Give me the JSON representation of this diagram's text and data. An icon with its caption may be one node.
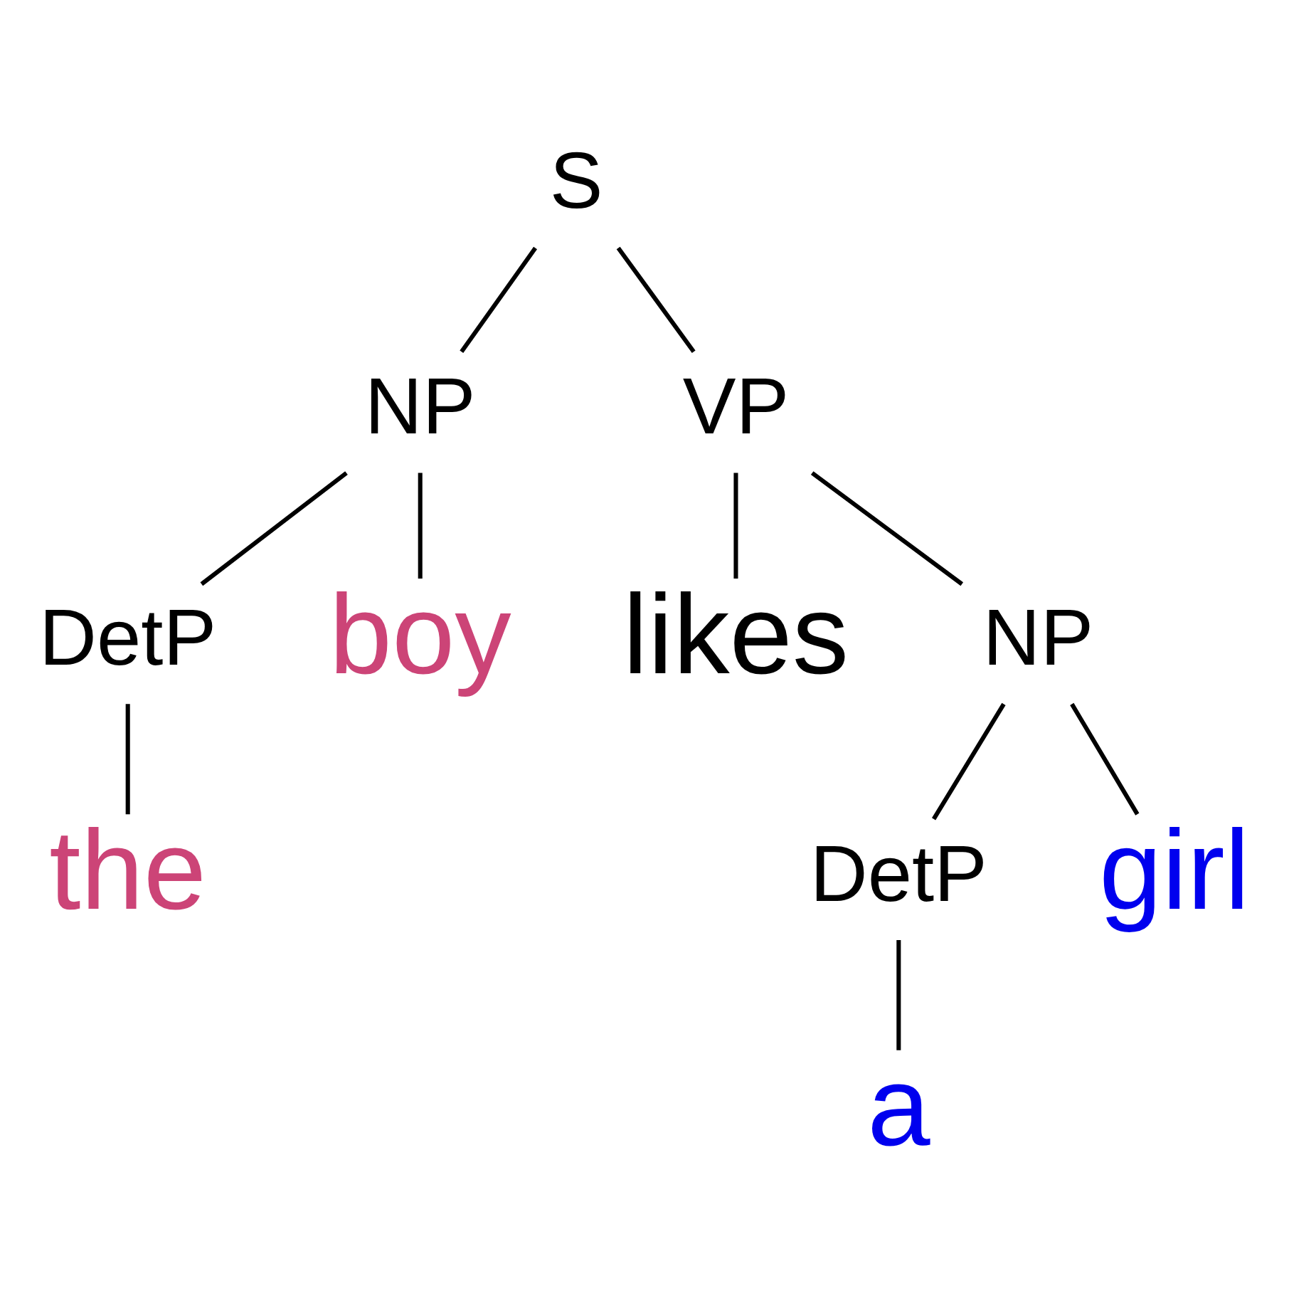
{
  "diagram": {
    "nodes": [
      {
        "text": [
          "S"
        ]
      },
      {
        "text": [
          "NP"
        ]
      },
      {
        "text": [
          "VP"
        ]
      },
      {
        "text": [
          "DetP"
        ]
      },
      {
        "text": [
          "boy"
        ]
      },
      {
        "text": [
          "the"
        ]
      },
      {
        "text": [
          "likes"
        ]
      },
      {
        "text": [
          "NP"
        ]
      },
      {
        "text": [
          "DetP"
        ]
      },
      {
        "text": [
          "girl"
        ]
      },
      {
        "text": [
          "a"
        ]
      }
    ],
    "edges": [
      {
        "from": 0,
        "to": 1,
        "arrow": "none"
      },
      {
        "from": 0,
        "to": 2,
        "arrow": "none"
      },
      {
        "from": 1,
        "to": 3,
        "arrow": "none"
      },
      {
        "from": 1,
        "to": 4,
        "arrow": "none"
      },
      {
        "from": 3,
        "to": 5,
        "arrow": "none"
      },
      {
        "from": 2,
        "to": 6,
        "arrow": "none"
      },
      {
        "from": 2,
        "to": 7,
        "arrow": "none"
      },
      {
        "from": 7,
        "to": 8,
        "arrow": "none"
      },
      {
        "from": 7,
        "to": 9,
        "arrow": "none"
      },
      {
        "from": 8,
        "to": 10,
        "arrow": "none"
      }
    ]
  }
}
